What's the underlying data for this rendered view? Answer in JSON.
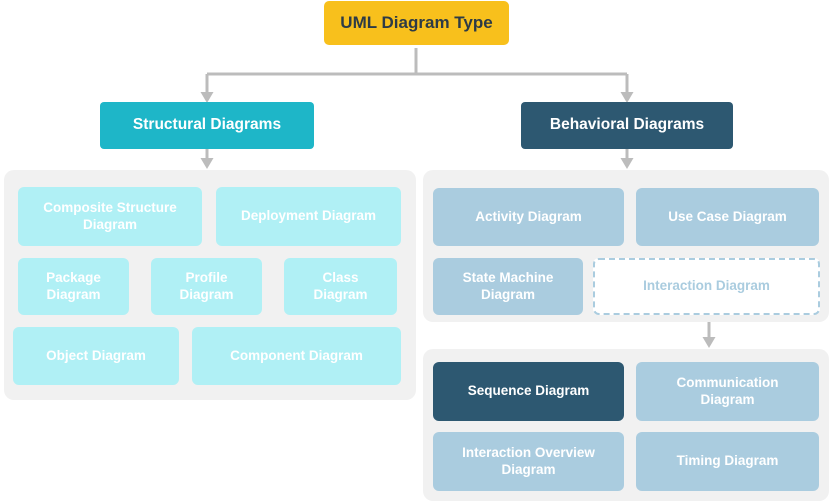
{
  "diagram": {
    "title": "UML Diagram Type",
    "root": {
      "label": "UML Diagram Type",
      "color": "#f8c01c",
      "text_color": "#2d3b46"
    },
    "categories": [
      {
        "id": "structural",
        "label": "Structural Diagrams",
        "color": "#1eb6c8",
        "text_color": "#ffffff",
        "panel_color": "#f1f1f1",
        "items": [
          {
            "label": "Composite Structure\nDiagram",
            "style": "struct"
          },
          {
            "label": "Deployment Diagram",
            "style": "struct"
          },
          {
            "label": "Package\nDiagram",
            "style": "struct"
          },
          {
            "label": "Profile\nDiagram",
            "style": "struct"
          },
          {
            "label": "Class\nDiagram",
            "style": "struct"
          },
          {
            "label": "Object Diagram",
            "style": "struct"
          },
          {
            "label": "Component Diagram",
            "style": "struct"
          }
        ]
      },
      {
        "id": "behavioral",
        "label": "Behavioral Diagrams",
        "color": "#2d5871",
        "text_color": "#ffffff",
        "panel_color": "#f1f1f1",
        "items": [
          {
            "label": "Activity Diagram",
            "style": "behav"
          },
          {
            "label": "Use Case Diagram",
            "style": "behav"
          },
          {
            "label": "State Machine\nDiagram",
            "style": "behav"
          },
          {
            "label": "Interaction Diagram",
            "style": "ghost"
          }
        ],
        "subgroup": {
          "parent": "Interaction Diagram",
          "panel_color": "#f1f1f1",
          "items": [
            {
              "label": "Sequence Diagram",
              "style": "behav-highlight"
            },
            {
              "label": "Communication\nDiagram",
              "style": "behav"
            },
            {
              "label": "Interaction Overview\nDiagram",
              "style": "behav"
            },
            {
              "label": "Timing Diagram",
              "style": "behav"
            }
          ]
        }
      }
    ],
    "connector_color": "#bcbcbc",
    "leaf_colors": {
      "structural": "#b0f0f5",
      "behavioral": "#aaccdf",
      "highlight": "#2d5871",
      "ghost_border": "#aaccdf",
      "ghost_fill": "#ffffff"
    }
  }
}
